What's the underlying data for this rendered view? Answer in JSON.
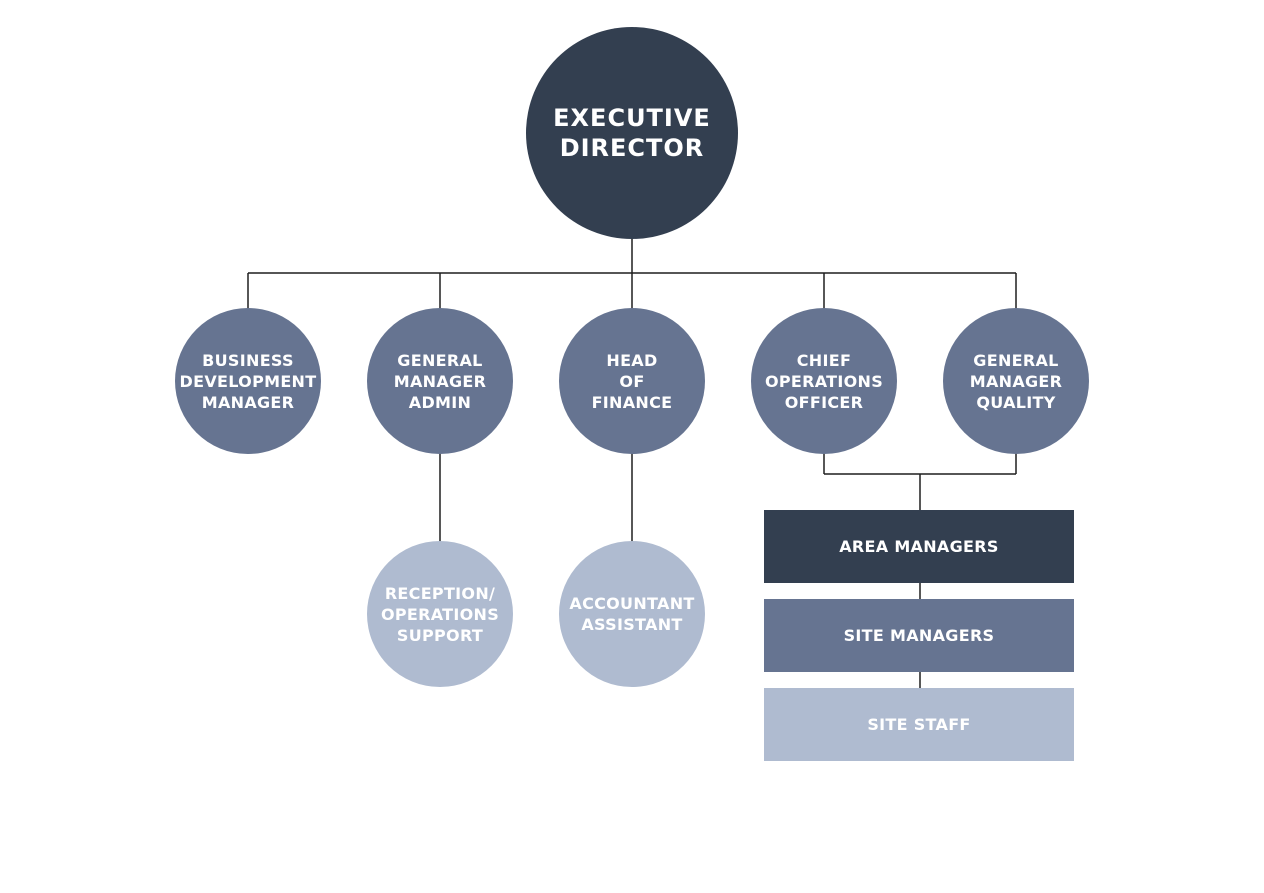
{
  "colors": {
    "dark": "#333f50",
    "mid": "#667491",
    "light": "#afbbd0",
    "connector": "#1f1f1f",
    "text": "#ffffff"
  },
  "nodes": {
    "executive_director": "EXECUTIVE\nDIRECTOR",
    "business_development_manager": "BUSINESS\nDEVELOPMENT\nMANAGER",
    "general_manager_admin": "GENERAL\nMANAGER\nADMIN",
    "head_of_finance": "HEAD\nOF\nFINANCE",
    "chief_operations_officer": "CHIEF\nOPERATIONS\nOFFICER",
    "general_manager_quality": "GENERAL\nMANAGER\nQUALITY",
    "reception_operations_support": "RECEPTION/\nOPERATIONS\nSUPPORT",
    "accountant_assistant": "ACCOUNTANT\nASSISTANT",
    "area_managers": "AREA MANAGERS",
    "site_managers": "SITE MANAGERS",
    "site_staff": "SITE STAFF"
  }
}
